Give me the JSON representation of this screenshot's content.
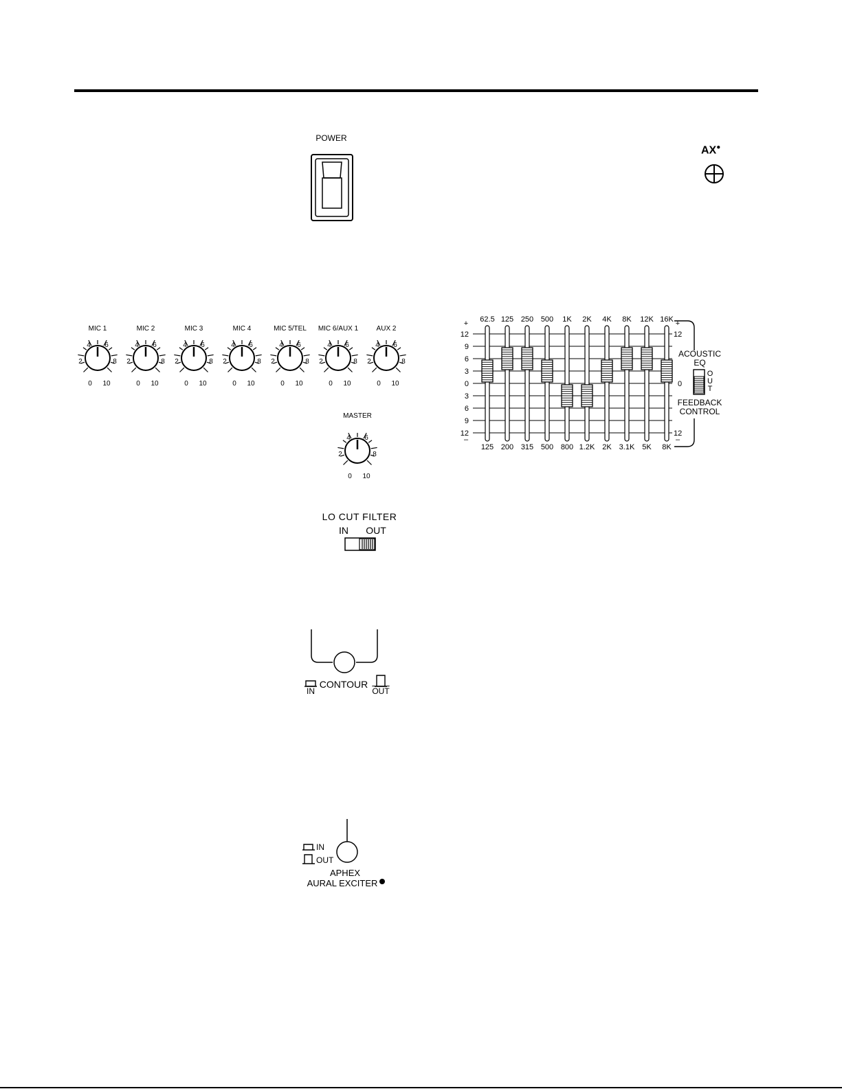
{
  "power": {
    "label": "POWER"
  },
  "ax": {
    "label": "AX"
  },
  "mic_knobs": {
    "labels": [
      "MIC 1",
      "MIC 2",
      "MIC 3",
      "MIC 4",
      "MIC 5/TEL",
      "MIC 6/AUX 1",
      "AUX 2"
    ],
    "scale": [
      "0",
      "2",
      "4",
      "6",
      "8",
      "10"
    ]
  },
  "master": {
    "label": "MASTER",
    "scale": [
      "0",
      "2",
      "4",
      "6",
      "8",
      "10"
    ]
  },
  "lo_cut": {
    "label": "LO CUT FILTER",
    "in_label": "IN",
    "out_label": "OUT"
  },
  "contour": {
    "label": "CONTOUR",
    "in_label": "IN",
    "out_label": "OUT"
  },
  "aphex": {
    "in_label": "IN",
    "out_label": "OUT",
    "line1": "APHEX",
    "line2": "AURAL EXCITER"
  },
  "eq": {
    "top_freqs": [
      "62.5",
      "125",
      "250",
      "500",
      "1K",
      "2K",
      "4K",
      "8K",
      "12K",
      "16K"
    ],
    "bottom_freqs": [
      "125",
      "200",
      "315",
      "500",
      "800",
      "1.2K",
      "2K",
      "3.1K",
      "5K",
      "8K"
    ],
    "scale_left": [
      "12",
      "9",
      "6",
      "3",
      "0",
      "3",
      "6",
      "9",
      "12"
    ],
    "plus": "+",
    "minus": "–",
    "right_12_top": "12",
    "right_0": "0",
    "right_12_bottom": "12",
    "slider_levels_db": [
      3,
      6,
      6,
      3,
      -3,
      -3,
      3,
      6,
      6,
      3
    ],
    "acoustic_line1": "ACOUSTIC",
    "acoustic_line2": "EQ",
    "feedback_line1": "FEEDBACK",
    "feedback_line2": "CONTROL",
    "switch_letters": [
      "O",
      "U",
      "T"
    ]
  }
}
